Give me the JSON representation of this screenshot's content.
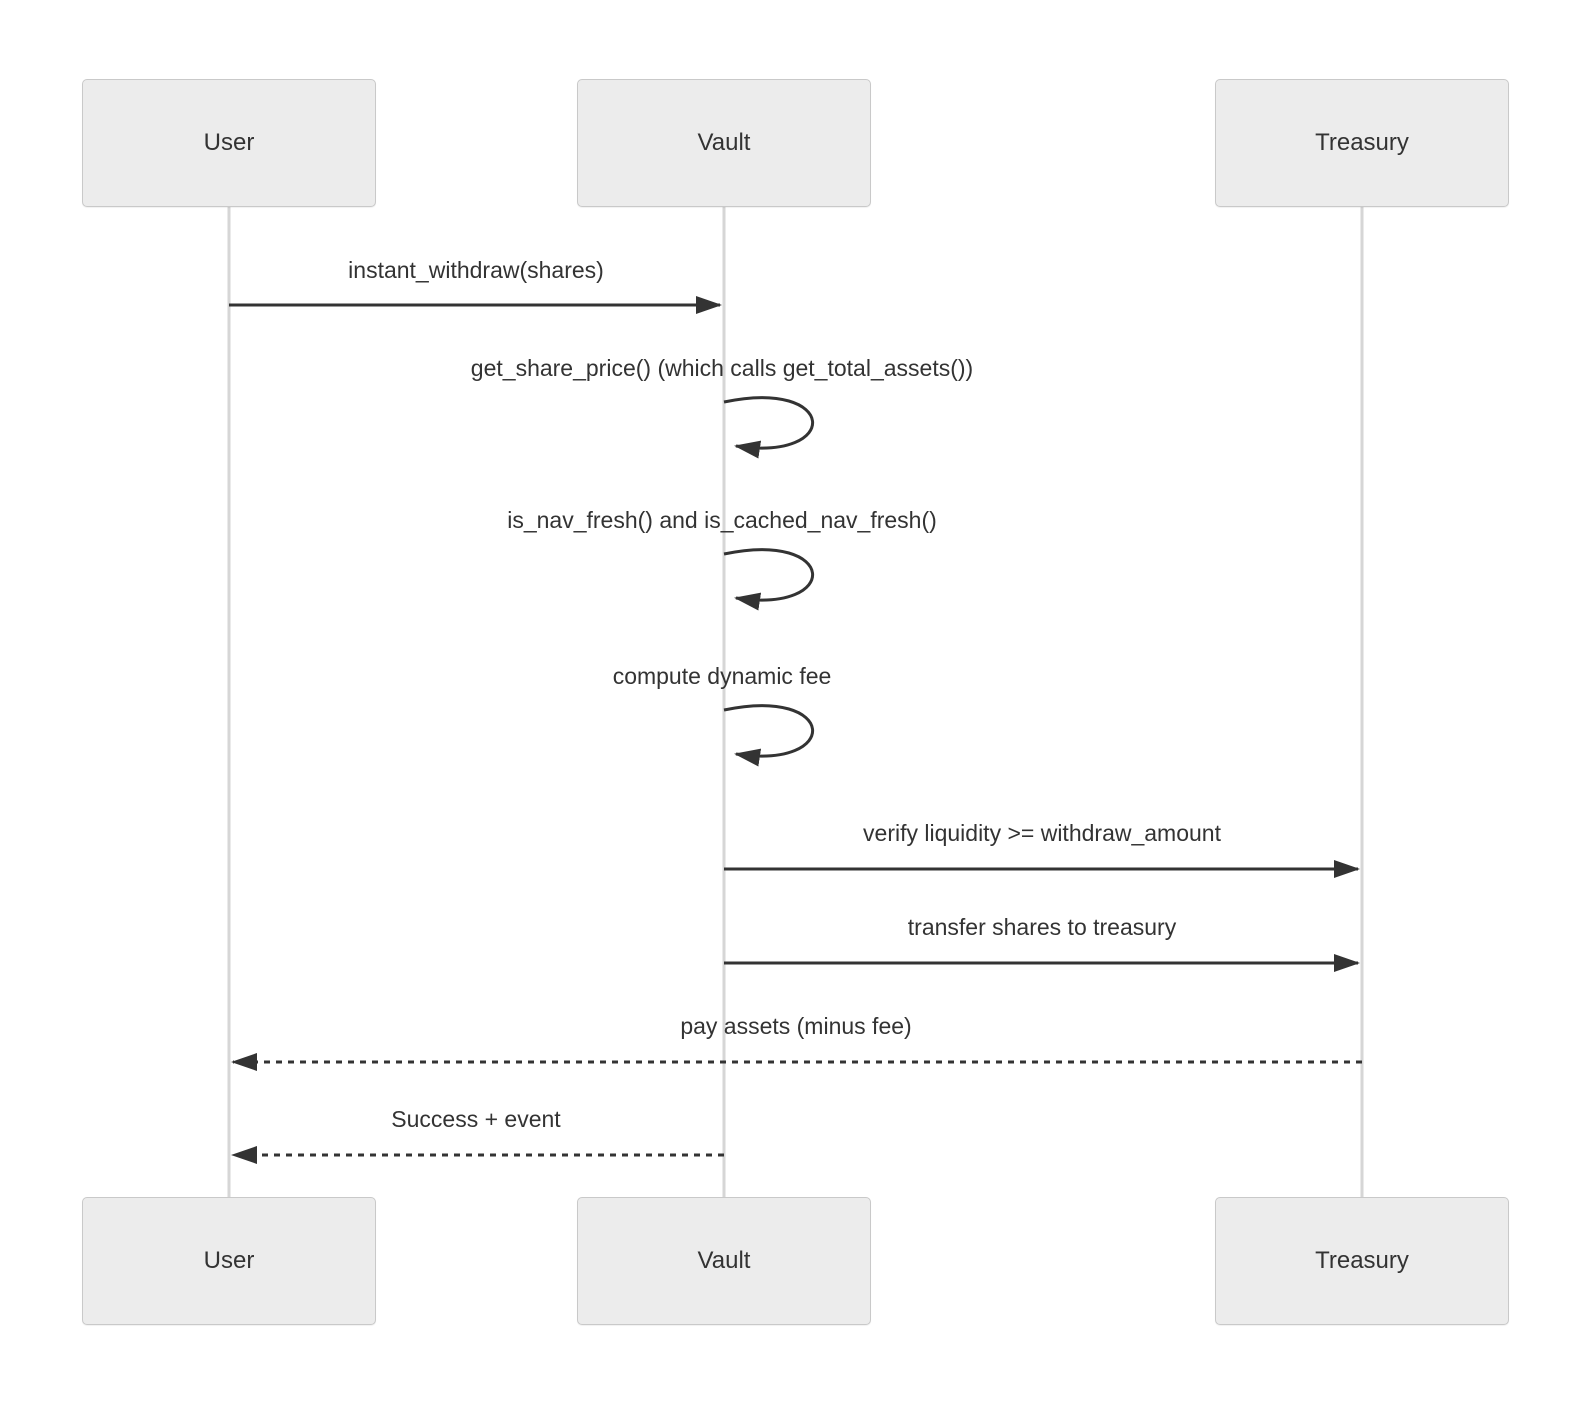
{
  "diagram": {
    "kind": "sequence-diagram",
    "actors": [
      {
        "name": "User"
      },
      {
        "name": "Vault"
      },
      {
        "name": "Treasury"
      }
    ],
    "messages": [
      {
        "from": "User",
        "to": "Vault",
        "label": "instant_withdraw(shares)",
        "style": "solid"
      },
      {
        "from": "Vault",
        "to": "Vault",
        "label": "get_share_price() (which calls get_total_assets())",
        "style": "self"
      },
      {
        "from": "Vault",
        "to": "Vault",
        "label": "is_nav_fresh() and is_cached_nav_fresh()",
        "style": "self"
      },
      {
        "from": "Vault",
        "to": "Vault",
        "label": "compute dynamic fee",
        "style": "self"
      },
      {
        "from": "Vault",
        "to": "Treasury",
        "label": "verify liquidity >= withdraw_amount",
        "style": "solid"
      },
      {
        "from": "Vault",
        "to": "Treasury",
        "label": "transfer shares to treasury",
        "style": "solid"
      },
      {
        "from": "Treasury",
        "to": "User",
        "label": "pay assets (minus fee)",
        "style": "dashed"
      },
      {
        "from": "Vault",
        "to": "User",
        "label": "Success + event",
        "style": "dashed"
      }
    ],
    "colors": {
      "actor_fill": "#ececec",
      "actor_border": "#c9c9c9",
      "line": "#333333",
      "lifeline": "#d6d6d6",
      "text": "#333333",
      "background": "#ffffff"
    }
  }
}
